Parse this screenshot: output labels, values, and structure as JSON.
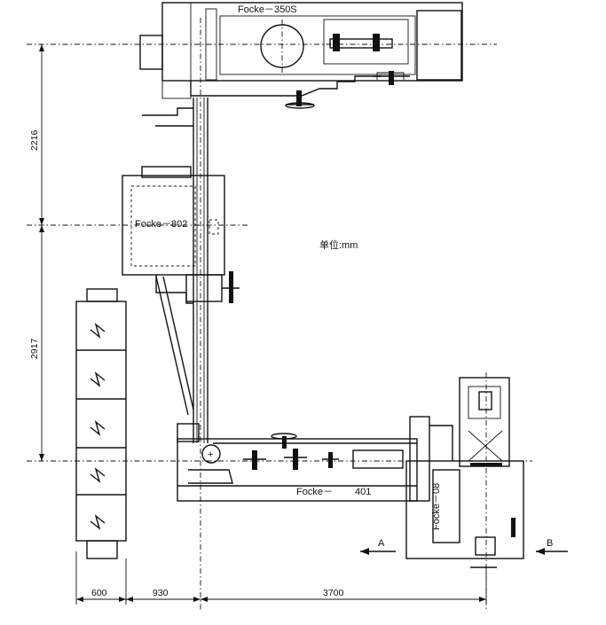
{
  "machines": {
    "focke_350s": "Focke－350S",
    "focke_802": "Focke－802",
    "focke_401_a": "Focke－",
    "focke_401_b": "401",
    "focke_08": "Focke－08"
  },
  "unit_note": "单位:mm",
  "directions": {
    "a": "A",
    "b": "B"
  },
  "dimensions": {
    "vertical_upper": "2216",
    "vertical_lower": "2917",
    "horizontal_1": "600",
    "horizontal_2": "930",
    "horizontal_3": "3700"
  }
}
